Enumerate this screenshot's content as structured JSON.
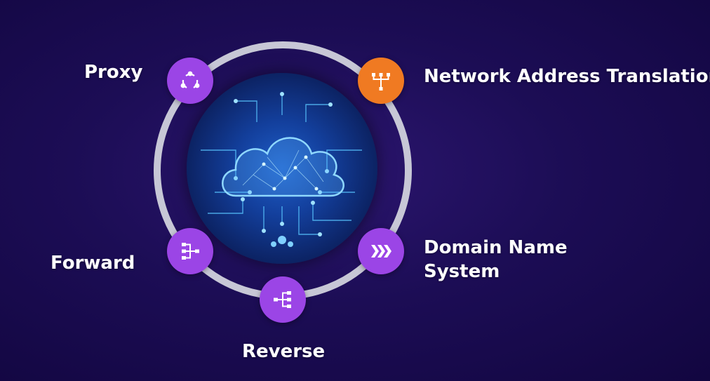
{
  "labels": {
    "proxy": "Proxy",
    "nat": "Network Address Translation",
    "dns_line1": "Domain Name",
    "dns_line2": "System",
    "forward": "Forward",
    "reverse": "Reverse"
  },
  "icons": {
    "proxy": "share-nodes-icon",
    "nat": "network-hierarchy-icon",
    "dns": "triple-chevron-right-icon",
    "forward": "forward-tree-icon",
    "reverse": "reverse-tree-icon",
    "center": "cloud-network-icon"
  },
  "colors": {
    "purple": "#9b45e6",
    "orange": "#f07a22",
    "ring": "#c7c7d6",
    "background": "#1c0d55"
  }
}
